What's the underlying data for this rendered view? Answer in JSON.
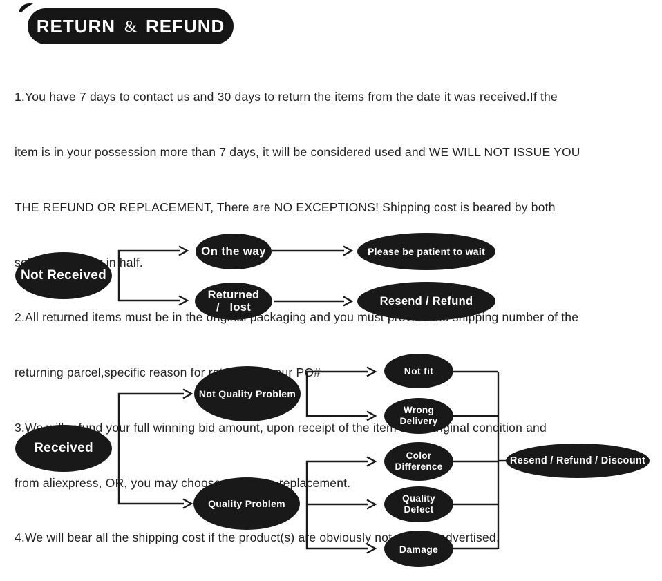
{
  "header": {
    "title_word1": "RETURN",
    "title_amp": "&",
    "title_word2": "REFUND"
  },
  "policy": {
    "lines": [
      "1.You have 7 days to contact us and 30 days to return the items from the date it was received.If the",
      "item is in your possession more than 7 days, it will be considered used and WE WILL NOT ISSUE YOU",
      "THE REFUND OR REPLACEMENT, There are NO EXCEPTIONS! Shipping cost is beared by both",
      "seller and buyer in half.",
      "2.All returned items must be in the original packaging and you must provide the shipping number of the",
      "returning parcel,specific reason for return and your PO#",
      "3.We will refund your full winning bid amount, upon receipt of the item in its original condition and",
      "from aliexpress, OR, you may choose to have a replacement.",
      "4.We will bear all the shipping cost if the product(s) are obviously not sent as advertised."
    ]
  },
  "flow_not_received": {
    "root": "Not Received",
    "on_the_way": "On the way",
    "returned_lost": {
      "line1": "Returned",
      "line2": "/   lost"
    },
    "patient": "Please be patient to wait",
    "resend_refund": "Resend / Refund"
  },
  "flow_received": {
    "root": "Received",
    "not_quality_problem": "Not Quality Problem",
    "quality_problem": "Quality Problem",
    "not_fit": "Not fit",
    "wrong_delivery": {
      "line1": "Wrong",
      "line2": "Delivery"
    },
    "color_difference": {
      "line1": "Color",
      "line2": "Difference"
    },
    "quality_defect": {
      "line1": "Quality",
      "line2": "Defect"
    },
    "damage": "Damage",
    "outcome": "Resend / Refund / Discount"
  },
  "colors": {
    "node_fill": "#191919",
    "line": "#1a1a1a",
    "banner": "#161616",
    "text": "#222222"
  }
}
